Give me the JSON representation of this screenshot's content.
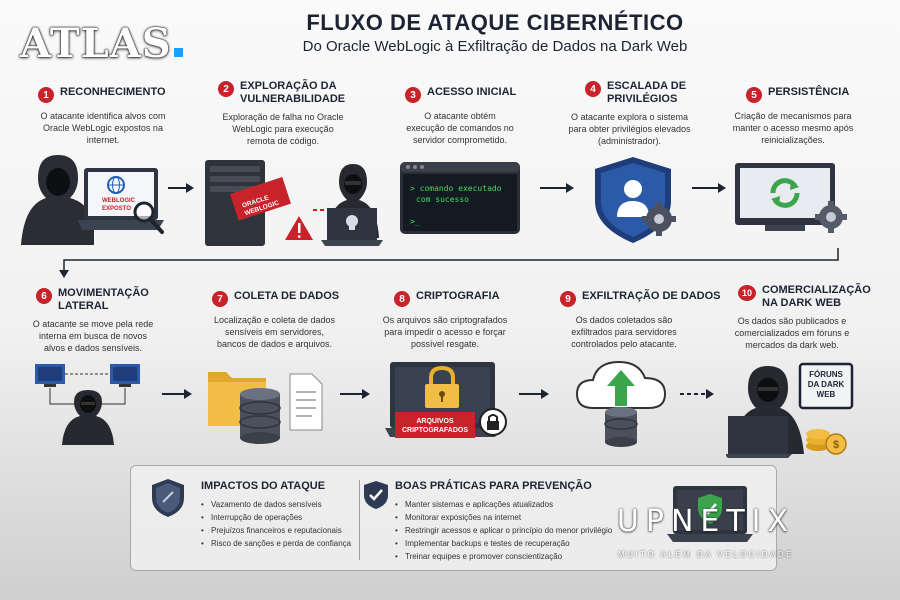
{
  "logos": {
    "atlas": "ATLAS",
    "upnetix": "UPNETIX",
    "upnetix_tagline": "MUITO ALÉM DA VELOCIDADE"
  },
  "header": {
    "title": "FLUXO DE ATAQUE CIBERNÉTICO",
    "subtitle": "Do Oracle WebLogic à Exfiltração de Dados na Dark Web"
  },
  "colors": {
    "accent_red": "#c8222a",
    "navy": "#1c2433",
    "shield_blue": "#1e3d7a",
    "green": "#3aa54a",
    "terminal_green": "#3ddc5a"
  },
  "steps": [
    {
      "num": "1",
      "title": "RECONHECIMENTO",
      "desc": "O atacante identifica alvos com Oracle WebLogic expostos na internet.",
      "screen_text": "WEBLOGIC EXPOSTO"
    },
    {
      "num": "2",
      "title": "EXPLORAÇÃO DA VULNERABILIDADE",
      "desc": "Exploração de falha no Oracle WebLogic para execução remota de código.",
      "screen_text": "ORACLE WEBLOGIC"
    },
    {
      "num": "3",
      "title": "ACESSO INICIAL",
      "desc": "O atacante obtém execução de comandos no servidor comprometido.",
      "terminal_line1": "> comando executado",
      "terminal_line2": "com sucesso",
      "terminal_prompt": ">_"
    },
    {
      "num": "4",
      "title": "ESCALADA DE PRIVILÉGIOS",
      "desc": "O atacante explora o sistema para obter privilégios elevados (administrador)."
    },
    {
      "num": "5",
      "title": "PERSISTÊNCIA",
      "desc": "Criação de mecanismos para manter o acesso mesmo após reinicializações."
    },
    {
      "num": "6",
      "title": "MOVIMENTAÇÃO LATERAL",
      "desc": "O atacante se move pela rede interna em busca de novos alvos e dados sensíveis."
    },
    {
      "num": "7",
      "title": "COLETA DE DADOS",
      "desc": "Localização e coleta de dados sensíveis em servidores, bancos de dados e arquivos."
    },
    {
      "num": "8",
      "title": "CRIPTOGRAFIA",
      "desc": "Os arquivos são criptografados para impedir o acesso e forçar possível resgate.",
      "screen_text": "ARQUIVOS CRIPTOGRAFADOS"
    },
    {
      "num": "9",
      "title": "EXFILTRAÇÃO DE DADOS",
      "desc": "Os dados coletados são exfiltrados para servidores controlados pelo atacante."
    },
    {
      "num": "10",
      "title": "COMERCIALIZAÇÃO NA DARK WEB",
      "desc": "Os dados são publicados e comercializados em fóruns e mercados da dark web.",
      "sign_text": "FÓRUNS DA DARK WEB"
    }
  ],
  "panel": {
    "impacts_title": "IMPACTOS DO ATAQUE",
    "impacts": [
      "Vazamento de dados sensíveis",
      "Interrupção de operações",
      "Prejuízos financeiros e reputacionais",
      "Risco de sanções e perda de confiança"
    ],
    "practices_title": "BOAS PRÁTICAS PARA PREVENÇÃO",
    "practices": [
      "Manter sistemas e aplicações atualizados",
      "Monitorar exposições na internet",
      "Restringir acessos e aplicar o princípio do menor privilégio",
      "Implementar backups e testes de recuperação",
      "Treinar equipes e promover conscientização"
    ]
  }
}
